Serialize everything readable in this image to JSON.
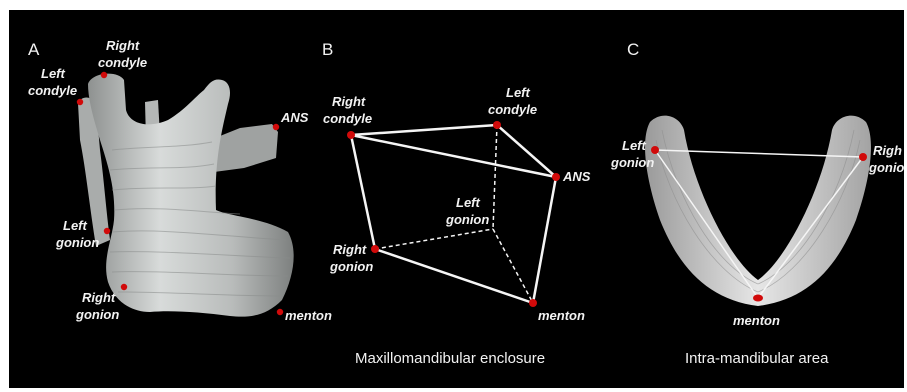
{
  "panels": {
    "a": {
      "letter": "A",
      "labels": {
        "right_condyle_1": "Right",
        "right_condyle_2": "condyle",
        "left_condyle_1": "Left",
        "left_condyle_2": "condyle",
        "ans": "ANS",
        "left_gonion_1": "Left",
        "left_gonion_2": "gonion",
        "right_gonion_1": "Right",
        "right_gonion_2": "gonion",
        "menton": "menton"
      }
    },
    "b": {
      "letter": "B",
      "labels": {
        "right_condyle_1": "Right",
        "right_condyle_2": "condyle",
        "left_condyle_1": "Left",
        "left_condyle_2": "condyle",
        "ans": "ANS",
        "left_gonion_1": "Left",
        "left_gonion_2": "gonion",
        "right_gonion_1": "Right",
        "right_gonion_2": "gonion",
        "menton": "menton"
      },
      "caption": "Maxillomandibular enclosure"
    },
    "c": {
      "letter": "C",
      "labels": {
        "left_gonion_1": "Left",
        "left_gonion_2": "gonion",
        "right_gonion_1": "Righ",
        "right_gonion_2": "gonio",
        "menton": "menton"
      },
      "caption": "Intra-mandibular area"
    }
  },
  "colors": {
    "background": "#000000",
    "landmark": "#d10a0a",
    "bone": "#c9cbcb",
    "text": "#f2f2f2"
  }
}
